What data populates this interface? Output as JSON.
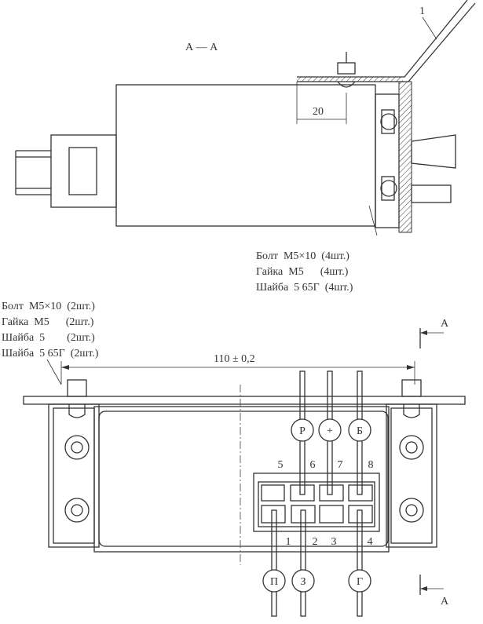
{
  "section_view": {
    "title": "А — А",
    "callout": "1",
    "dimension": "20",
    "fasteners": [
      "Болт  М5×10  (4шт.)",
      "Гайка  М5      (4шт.)",
      "Шайба  5 65Г  (4шт.)"
    ]
  },
  "plan_view": {
    "fasteners": [
      "Болт  М5×10  (2шт.)",
      "Гайка  М5      (2шт.)",
      "Шайба  5        (2шт.)",
      "Шайба  5 65Г  (2шт.)"
    ],
    "dimension": "110 ± 0,2",
    "section_marker": "А",
    "top_terminals": [
      "Р",
      "+",
      "Б"
    ],
    "bottom_terminals": [
      "П",
      "З",
      "Г"
    ],
    "top_pin_numbers": [
      "5",
      "6",
      "7",
      "8"
    ],
    "bottom_pin_numbers": [
      "1",
      "2",
      "3",
      "4"
    ]
  }
}
